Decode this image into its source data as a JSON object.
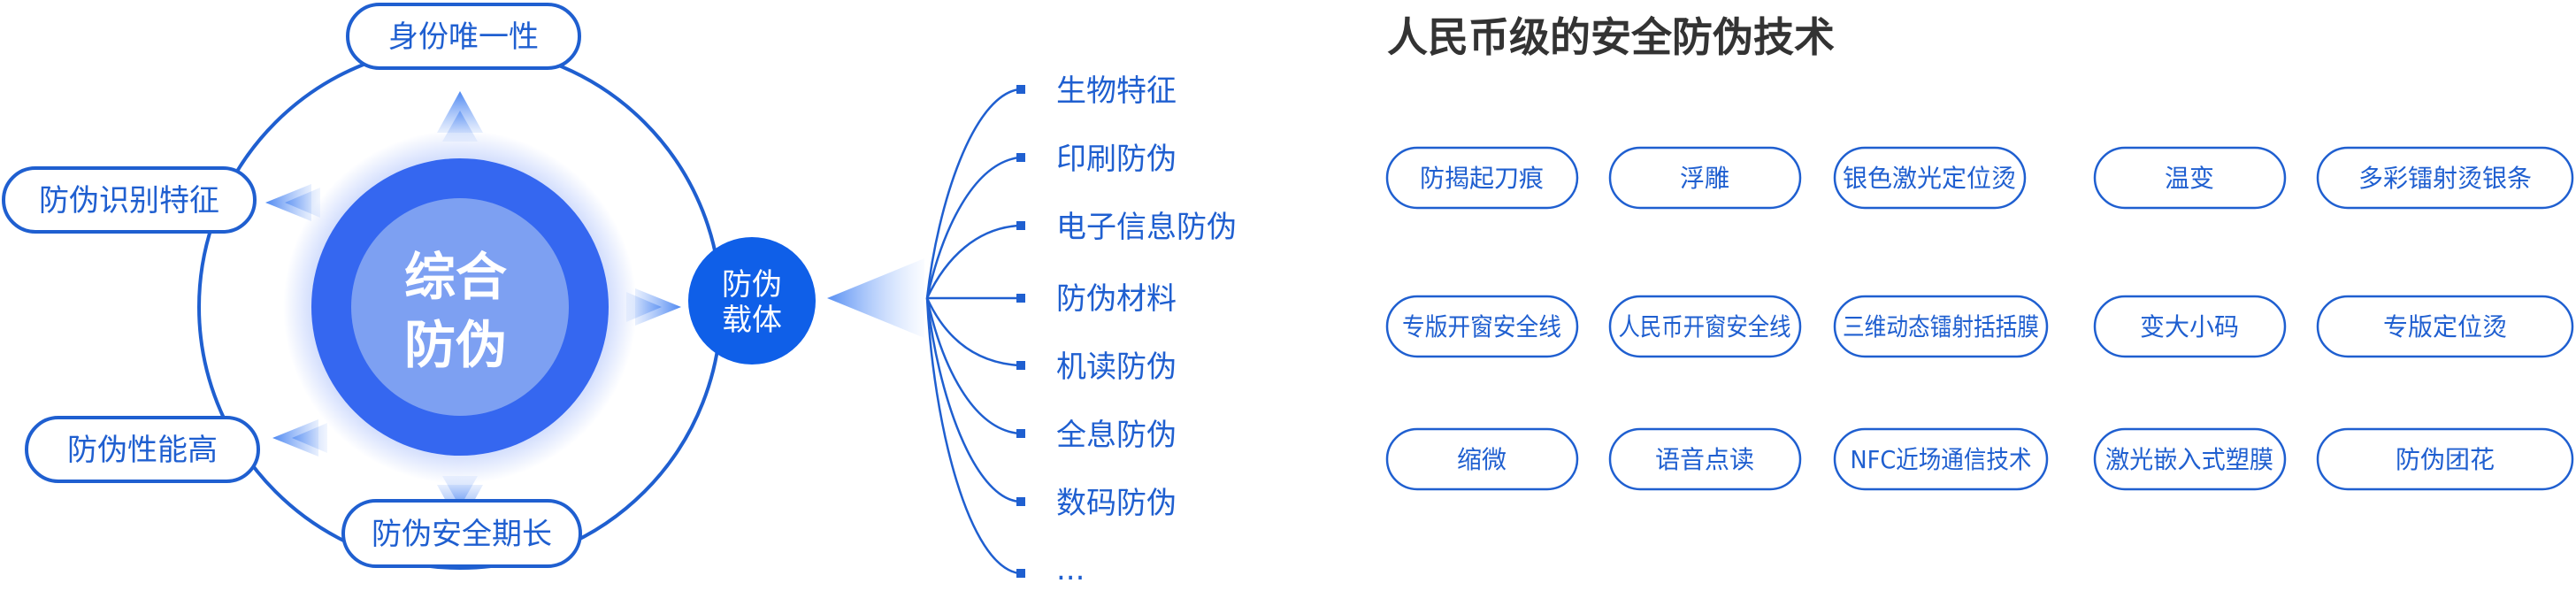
{
  "diagram": {
    "center": {
      "line1": "综合",
      "line2": "防伪"
    },
    "ring_items": {
      "top": "身份唯一性",
      "left_top": "防伪识别特征",
      "left_bottom": "防伪性能高",
      "bottom": "防伪安全期长"
    },
    "carrier": {
      "line1": "防伪",
      "line2": "载体"
    },
    "branches": [
      "生物特征",
      "印刷防伪",
      "电子信息防伪",
      "防伪材料",
      "机读防伪",
      "全息防伪",
      "数码防伪",
      "..."
    ]
  },
  "panel": {
    "title": "人民币级的安全防伪技术",
    "rows": [
      [
        "防揭起刀痕",
        "浮雕",
        "银色激光定位烫",
        "温变",
        "多彩镭射烫银条"
      ],
      [
        "专版开窗安全线",
        "人民币开窗安全线",
        "三维动态镭射括括膜",
        "变大小码",
        "专版定位烫"
      ],
      [
        "缩微",
        "语音点读",
        "NFC近场通信技术",
        "激光嵌入式塑膜",
        "防伪团花"
      ]
    ]
  },
  "colors": {
    "primary": "#1f5fd0",
    "center_dark": "#3567f0",
    "center_inner": "#7da0f2",
    "carrier": "#0f5fe8",
    "title": "#333333"
  }
}
